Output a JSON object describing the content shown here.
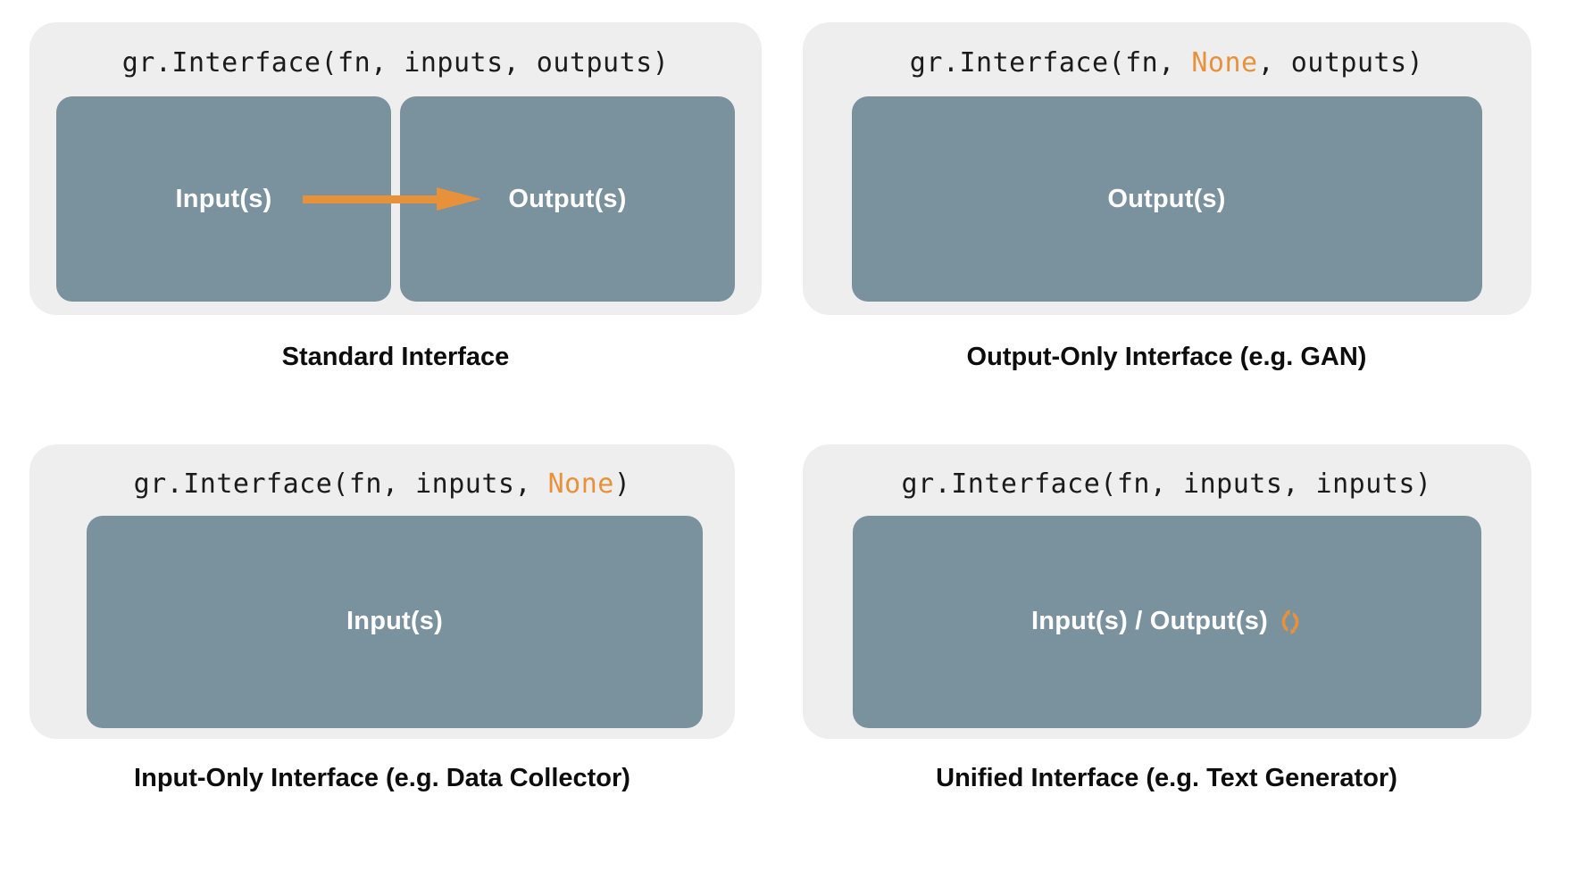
{
  "colors": {
    "page_background": "#ffffff",
    "panel_background": "#eeeeee",
    "box_fill": "#7a919e",
    "box_text": "#ffffff",
    "accent_orange": "#e8913b",
    "caption_text": "#0d0d0d",
    "code_text": "#1b1b1b"
  },
  "panels": [
    {
      "id": "standard",
      "code": {
        "prefix": "gr.Interface(fn, inputs, outputs)",
        "segments": [
          {
            "text": "gr.Interface(fn, inputs, outputs)",
            "highlight": false
          }
        ]
      },
      "boxes": [
        {
          "label": "Input(s)"
        },
        {
          "label": "Output(s)"
        }
      ],
      "arrow": {
        "present": true,
        "icon": "arrow-right-icon",
        "color": "#e8913b",
        "direction": "left-to-right",
        "from": "Input(s)",
        "to": "Output(s)"
      },
      "caption": "Standard Interface"
    },
    {
      "id": "output-only",
      "code": {
        "segments": [
          {
            "text": "gr.Interface(fn, ",
            "highlight": false
          },
          {
            "text": "None",
            "highlight": true
          },
          {
            "text": ", outputs)",
            "highlight": false
          }
        ]
      },
      "boxes": [
        {
          "label": "Output(s)"
        }
      ],
      "arrow": {
        "present": false
      },
      "caption": "Output-Only Interface (e.g. GAN)"
    },
    {
      "id": "input-only",
      "code": {
        "segments": [
          {
            "text": "gr.Interface(fn, inputs, ",
            "highlight": false
          },
          {
            "text": "None",
            "highlight": true
          },
          {
            "text": ")",
            "highlight": false
          }
        ]
      },
      "boxes": [
        {
          "label": "Input(s)"
        }
      ],
      "arrow": {
        "present": false
      },
      "caption": "Input-Only Interface (e.g. Data Collector)"
    },
    {
      "id": "unified",
      "code": {
        "segments": [
          {
            "text": "gr.Interface(fn, inputs, inputs)",
            "highlight": false
          }
        ]
      },
      "boxes": [
        {
          "label": "Input(s) / Output(s)",
          "icon": "sync-refresh-icon",
          "icon_color": "#e8913b"
        }
      ],
      "arrow": {
        "present": false
      },
      "caption": "Unified Interface (e.g. Text Generator)"
    }
  ],
  "q1": {
    "code_part1": "gr.Interface(fn, inputs, outputs)",
    "box1": "Input(s)",
    "box2": "Output(s)",
    "caption": "Standard Interface"
  },
  "q2": {
    "code_a": "gr.Interface(fn, ",
    "code_none": "None",
    "code_b": ", outputs)",
    "box1": "Output(s)",
    "caption": "Output-Only Interface (e.g. GAN)"
  },
  "q3": {
    "code_a": "gr.Interface(fn, inputs, ",
    "code_none": "None",
    "code_b": ")",
    "box1": "Input(s)",
    "caption": "Input-Only Interface (e.g. Data Collector)"
  },
  "q4": {
    "code_a": "gr.Interface(fn, inputs, inputs)",
    "box1": "Input(s) / Output(s)",
    "caption": "Unified Interface (e.g. Text Generator)"
  }
}
